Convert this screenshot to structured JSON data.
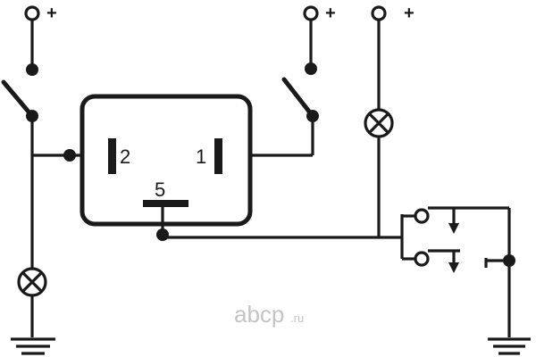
{
  "diagram": {
    "terminals": {
      "pin_2": "2",
      "pin_1": "1",
      "pin_5": "5"
    },
    "supply_symbol": "+",
    "watermark": {
      "text": "abcp",
      "suffix": ".ru",
      "color": "#c4c4c4"
    },
    "colors": {
      "line": "#1a1a1a",
      "background": "#ffffff"
    }
  }
}
